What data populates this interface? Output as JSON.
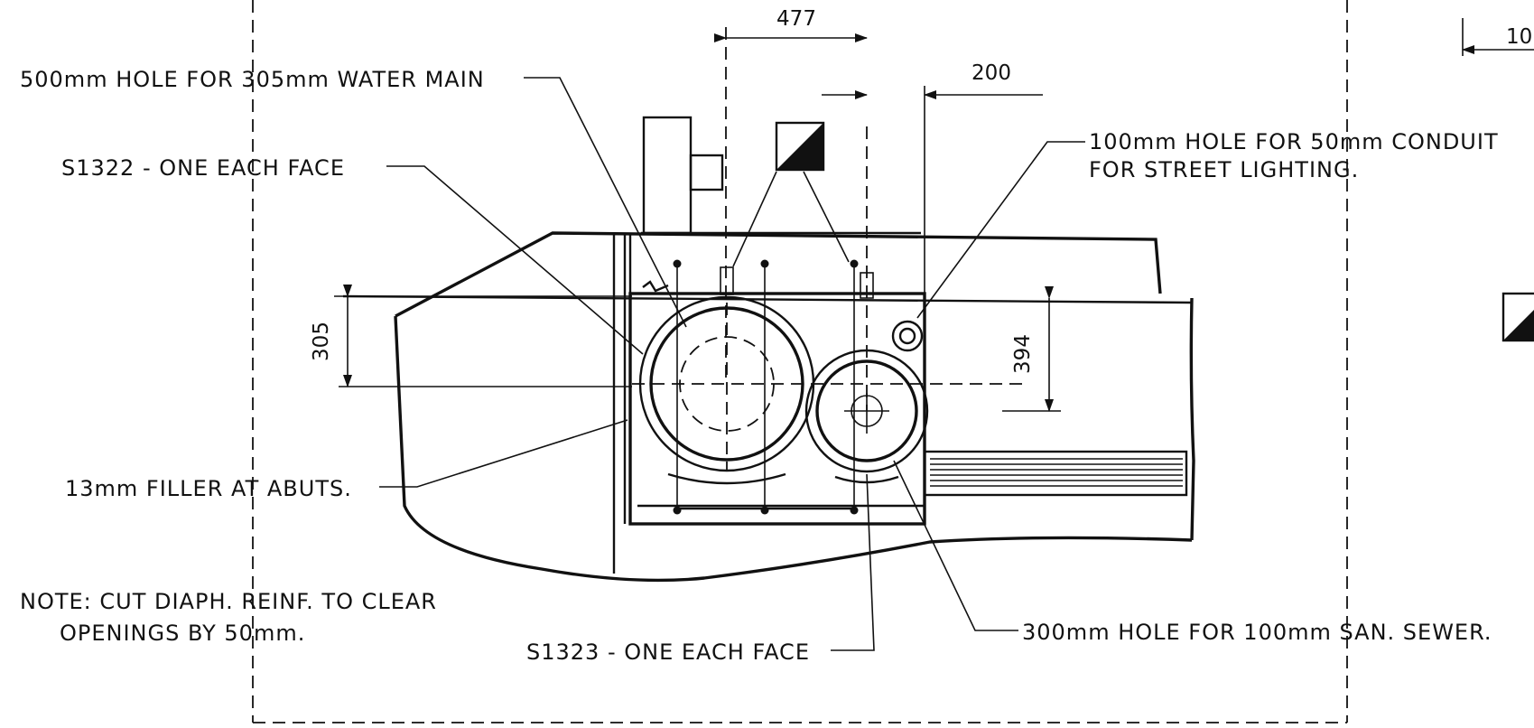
{
  "dimensions": {
    "d477": "477",
    "d200": "200",
    "d305": "305",
    "d394": "394",
    "d100_partial": "10"
  },
  "labels": {
    "water_main": "500mm  HOLE FOR  305mm  WATER MAIN",
    "s1322": "S1322  -  ONE  EACH  FACE",
    "conduit_line1": "100mm  HOLE  FOR  50mm  CONDUIT",
    "conduit_line2": "FOR  STREET  LIGHTING.",
    "filler": "13mm  FILLER  AT  ABUTS.",
    "note_line1": "NOTE:  CUT  DIAPH. REINF.  TO  CLEAR",
    "note_line2": "OPENINGS  BY  50mm.",
    "s1323": "S1323  -  ONE  EACH  FACE",
    "sewer": "300mm  HOLE  FOR  100mm  SAN. SEWER."
  }
}
